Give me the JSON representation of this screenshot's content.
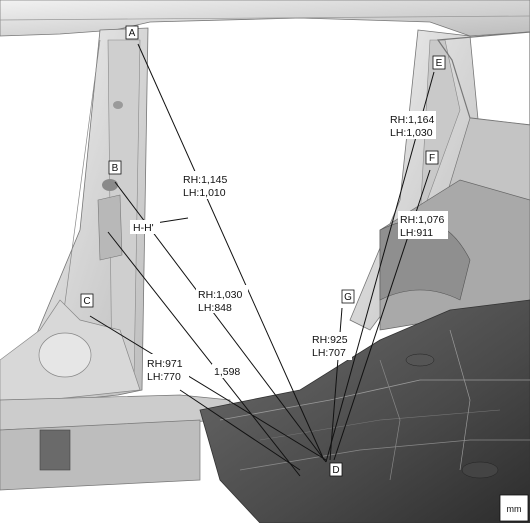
{
  "points": {
    "A": "A",
    "B": "B",
    "C": "C",
    "D": "D",
    "E": "E",
    "F": "F",
    "G": "G"
  },
  "dimensions": {
    "a_rh": "RH:1,145",
    "a_lh": "LH:1,010",
    "b_rh": "RH:1,030",
    "b_lh": "LH:848",
    "c_rh": "RH:971",
    "c_lh": "LH:770",
    "e_rh": "RH:1,164",
    "e_lh": "LH:1,030",
    "f_rh": "RH:1,076",
    "f_lh": "LH:911",
    "g_rh": "RH:925",
    "g_lh": "LH:707",
    "hh": "H-H'",
    "diag": "1,598"
  },
  "unit": "mm"
}
